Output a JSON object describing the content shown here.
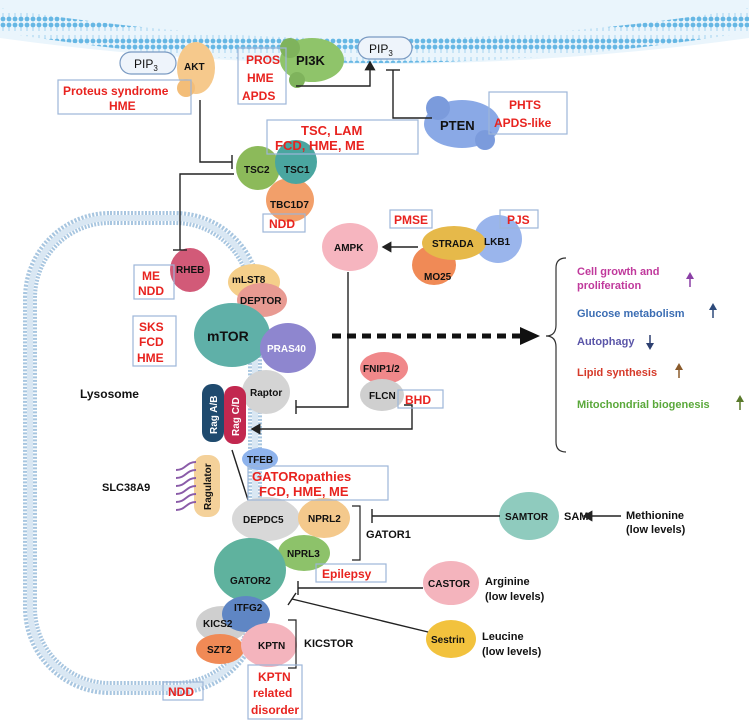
{
  "membrane": {
    "pip3_left": "PIP",
    "pip3_right": "PIP",
    "sub3": "3"
  },
  "proteins": {
    "akt": "AKT",
    "pi3k": "PI3K",
    "pten": "PTEN",
    "tsc2": "TSC2",
    "tsc1": "TSC1",
    "tbc1d7": "TBC1D7",
    "ampk": "AMPK",
    "strada": "STRADA",
    "lkb1": "LKB1",
    "mo25": "MO25",
    "rheb": "RHEB",
    "mlst8": "mLST8",
    "deptor": "DEPTOR",
    "mtor": "mTOR",
    "pras40": "PRAS40",
    "raptor": "Raptor",
    "fnip": "FNIP1/2",
    "flcn": "FLCN",
    "ragab": "Rag A/B",
    "ragcd": "Rag C/D",
    "tfeb": "TFEB",
    "regulator": "Ragulator",
    "depdc5": "DEPDC5",
    "nprl2": "NPRL2",
    "nprl3": "NPRL3",
    "gator2": "GATOR2",
    "samtor": "SAMTOR",
    "castor": "CASTOR",
    "sestrin": "Sestrin",
    "kics2": "KICS2",
    "itfg2": "ITFG2",
    "szt2": "SZT2",
    "kptn": "KPTN"
  },
  "labels": {
    "lysosome": "Lysosome",
    "slc": "SLC38A9",
    "gator1": "GATOR1",
    "kicstor": "KICSTOR",
    "sam": "SAM",
    "methionine": "Methionine",
    "methionine_sub": "(low levels)",
    "arginine": "Arginine",
    "arginine_sub": "(low levels)",
    "leucine": "Leucine",
    "leucine_sub": "(low levels)"
  },
  "diseases": {
    "pros": [
      "PROS",
      "HME",
      "APDS"
    ],
    "proteus": [
      "Proteus syndrome",
      "HME"
    ],
    "phts": [
      "PHTS",
      "APDS-like"
    ],
    "tsc": [
      "TSC, LAM",
      "FCD, HME, ME"
    ],
    "ndd_tbc": "NDD",
    "pmse": "PMSE",
    "pjs": "PJS",
    "me_ndd": [
      "ME",
      "NDD"
    ],
    "sks": [
      "SKS",
      "FCD",
      "HME"
    ],
    "bhd": "BHD",
    "gator": [
      "GATORopathies",
      "FCD, HME, ME"
    ],
    "epilepsy": "Epilepsy",
    "ndd_szt": "NDD",
    "kptn": [
      "KPTN",
      "related",
      "disorder"
    ]
  },
  "outcomes": [
    {
      "text": "Cell growth and",
      "text2": "proliferation",
      "color": "#c0399c",
      "arrow": "up",
      "arrow_color": "#8b3fa6"
    },
    {
      "text": "Glucose metabolism",
      "color": "#3b6db3",
      "arrow": "up",
      "arrow_color": "#2d4a7a"
    },
    {
      "text": "Autophagy",
      "color": "#5a55a8",
      "arrow": "down",
      "arrow_color": "#2d3f70"
    },
    {
      "text": "Lipid synthesis",
      "color": "#d63a2a",
      "arrow": "up",
      "arrow_color": "#8a5a2b"
    },
    {
      "text": "Mitochondrial biogenesis",
      "color": "#5aa83a",
      "arrow": "up",
      "arrow_color": "#5a7a2b"
    }
  ]
}
